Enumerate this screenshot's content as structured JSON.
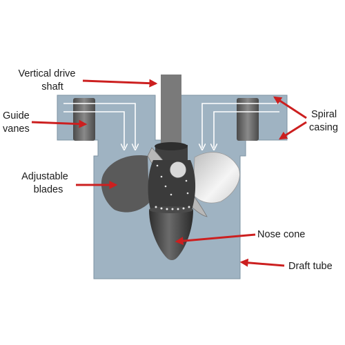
{
  "labels": {
    "vertical_drive_line1": "Vertical drive",
    "vertical_drive_line2": "shaft",
    "guide_line1": "Guide",
    "guide_line2": "vanes",
    "spiral_line1": "Spiral",
    "spiral_line2": "casing",
    "adjustable_line1": "Adjustable",
    "adjustable_line2": "blades",
    "nose_cone": "Nose cone",
    "draft_tube": "Draft tube"
  },
  "colors": {
    "casing": "#9fb3c2",
    "casing_edge": "#7e93a3",
    "shaft": "#7a7a7a",
    "hub_dark": "#3a3a3a",
    "blade_light": "#f2f2f2",
    "arrow_red": "#cc1f1f",
    "flow_arrow": "#ffffff"
  }
}
